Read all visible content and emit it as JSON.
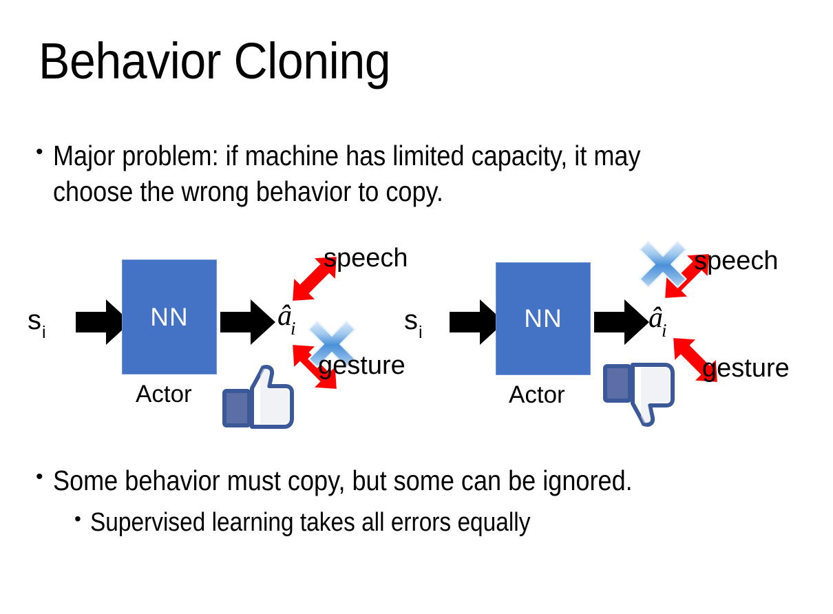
{
  "slide": {
    "title": "Behavior Cloning",
    "background_color": "#FFFFFF",
    "text_color": "#000000"
  },
  "bullets": [
    {
      "marker": "•",
      "level": 1,
      "text": "Major problem: if machine has limited capacity, it may choose the wrong behavior to copy."
    },
    {
      "marker": "•",
      "level": 1,
      "text": "Some behavior must copy, but some can be ignored."
    },
    {
      "marker": "•",
      "level": 2,
      "text": "Supervised learning takes all errors equally"
    }
  ],
  "diagrams": [
    {
      "id": "left",
      "state_label": "s",
      "state_subscript": "i",
      "network_label": "NN",
      "network_color": "#4472C4",
      "network_text_color": "#FFFFFF",
      "network_caption": "Actor",
      "action_label": "â",
      "action_subscript": "i",
      "branches": [
        {
          "label": "speech",
          "blocked": false,
          "arrow_color": "#FF0000"
        },
        {
          "label": "gesture",
          "blocked": true,
          "arrow_color": "#FF0000"
        }
      ],
      "verdict_icon": "thumbs-up-icon",
      "verdict": "approved",
      "icon_color": "#3B5998",
      "block_icon": "blue-x-icon",
      "block_icon_color": "#4A90D9"
    },
    {
      "id": "right",
      "state_label": "s",
      "state_subscript": "i",
      "network_label": "NN",
      "network_color": "#4472C4",
      "network_text_color": "#FFFFFF",
      "network_caption": "Actor",
      "action_label": "â",
      "action_subscript": "i",
      "branches": [
        {
          "label": "speech",
          "blocked": true,
          "arrow_color": "#FF0000"
        },
        {
          "label": "gesture",
          "blocked": false,
          "arrow_color": "#FF0000"
        }
      ],
      "verdict_icon": "thumbs-down-icon",
      "verdict": "rejected",
      "icon_color": "#3B5998",
      "block_icon": "blue-x-icon",
      "block_icon_color": "#4A90D9"
    }
  ]
}
